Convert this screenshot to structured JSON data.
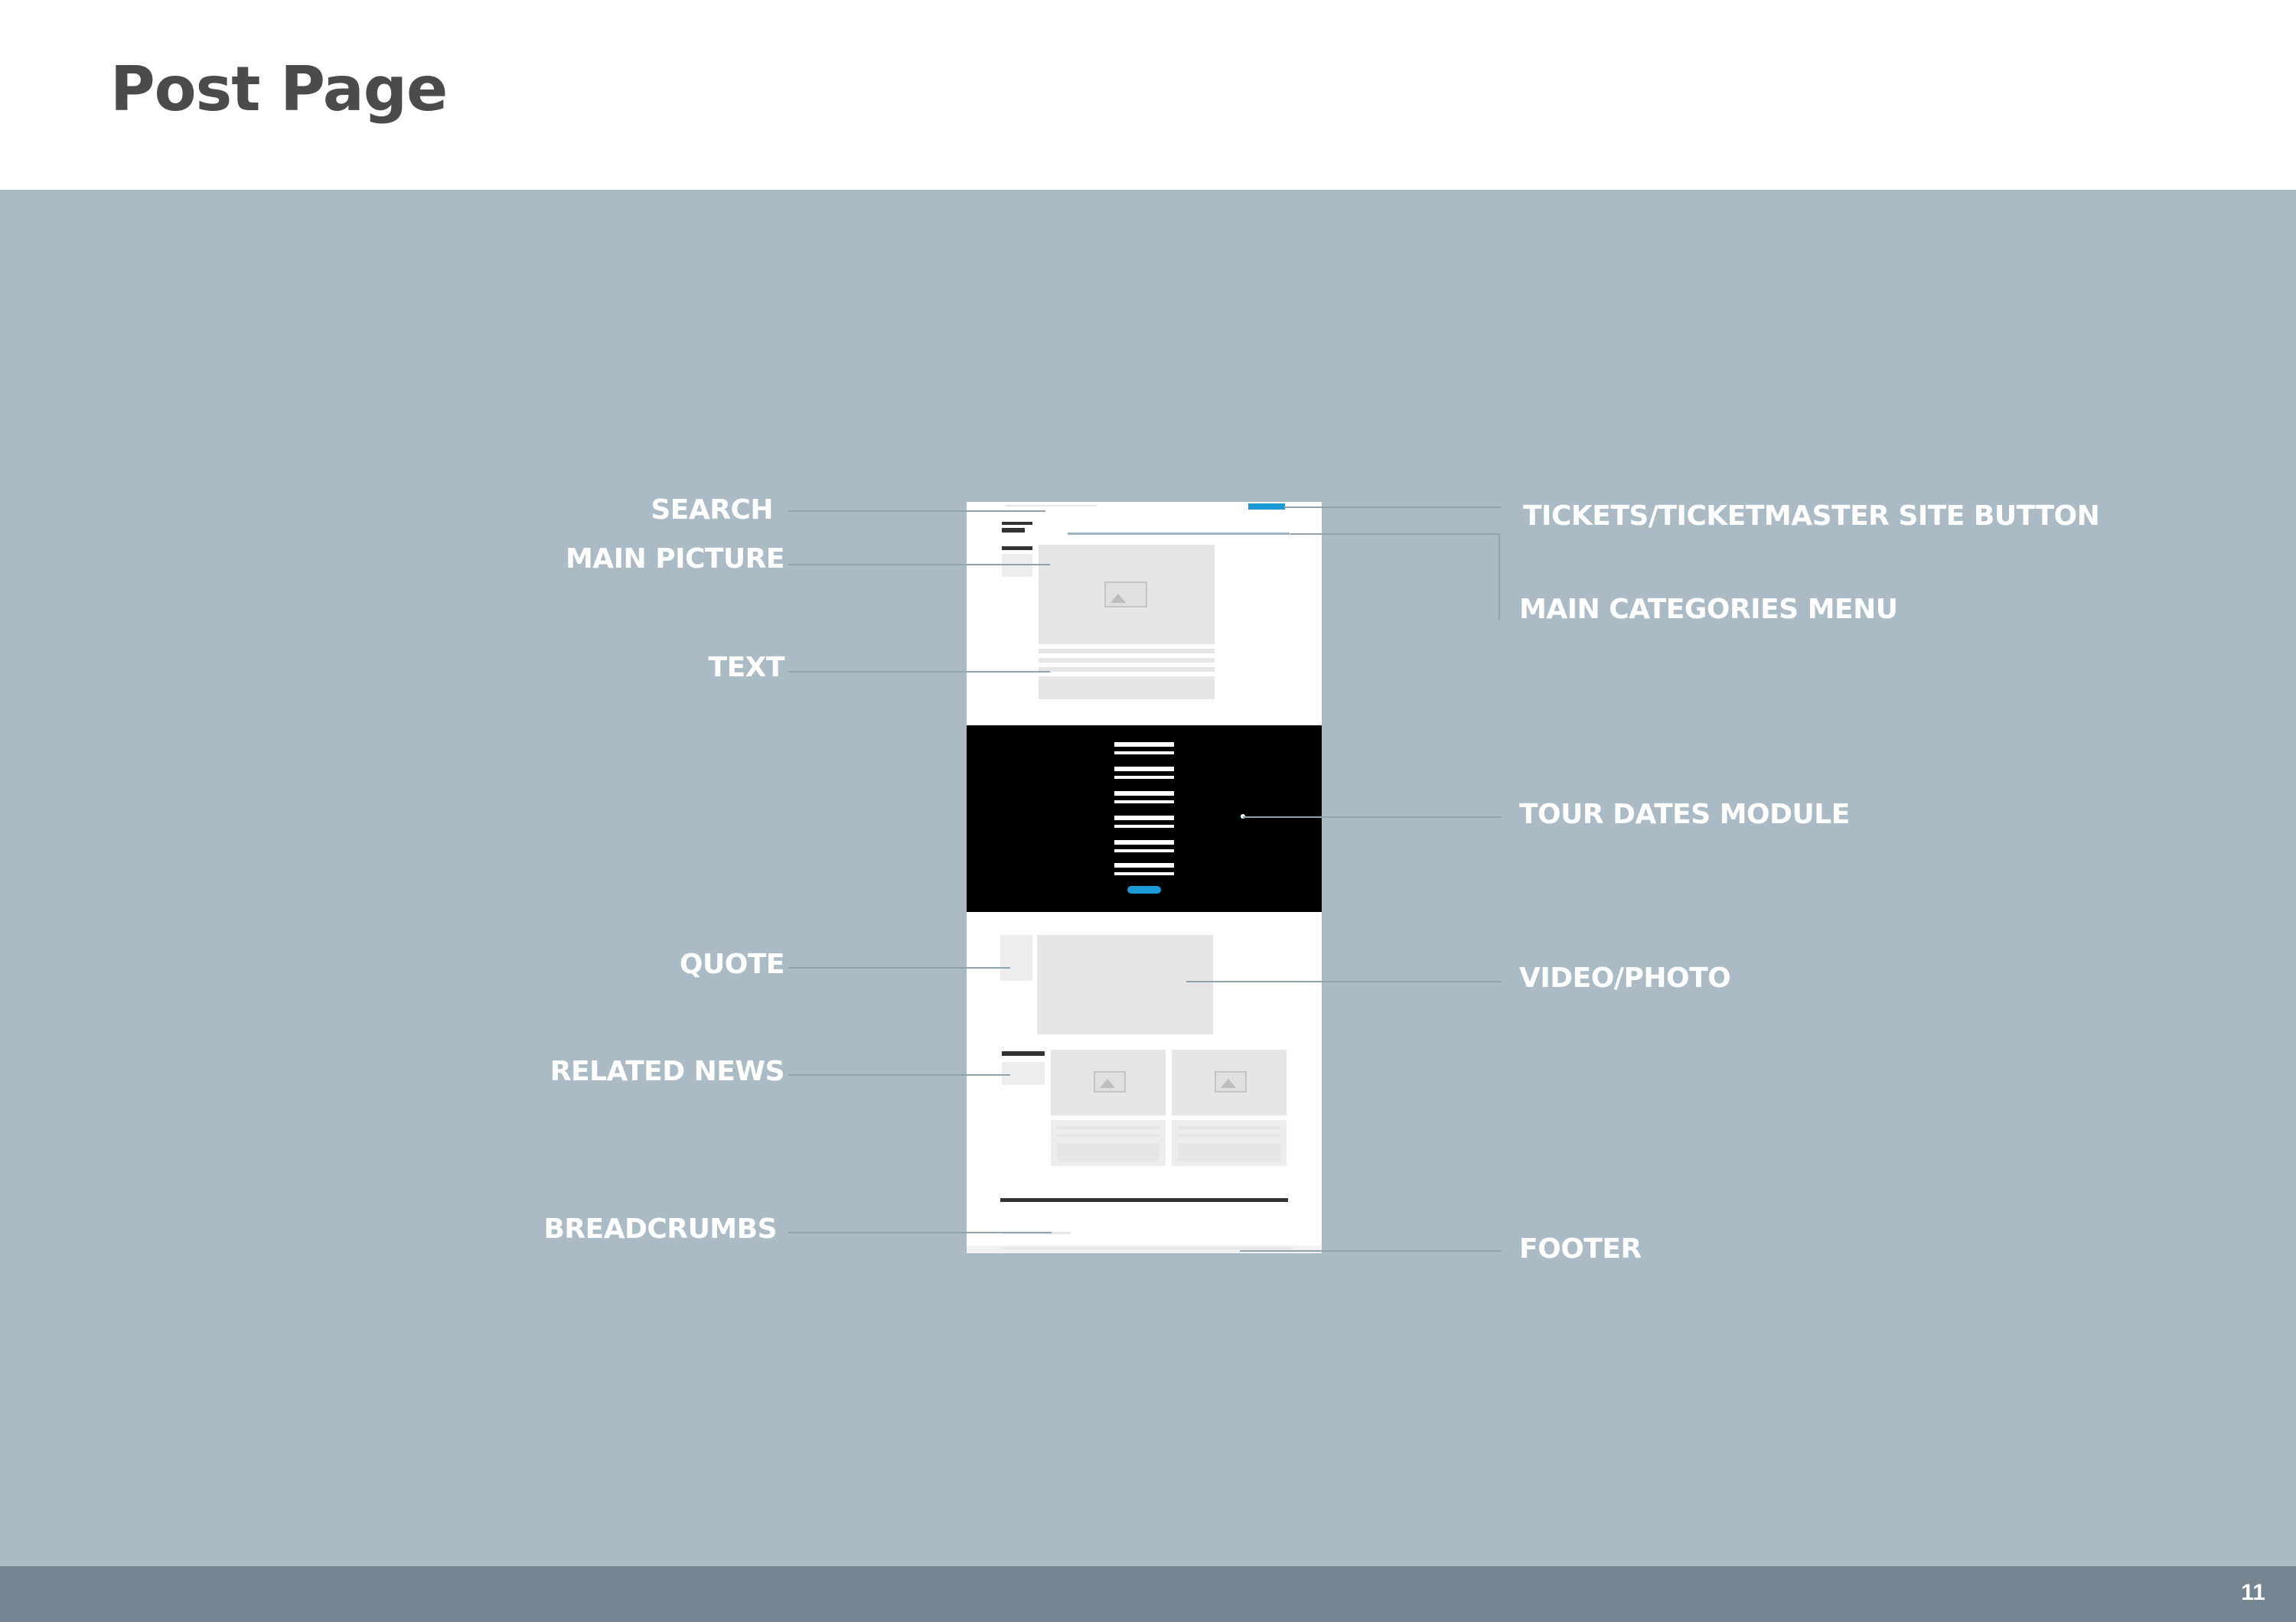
{
  "header": {
    "title": "Post Page"
  },
  "labels": {
    "search": "SEARCH",
    "main_picture": "MAIN PICTURE",
    "text": "TEXT",
    "quote": "QUOTE",
    "related_news": "RELATED NEWS",
    "breadcrumbs": "BREADCRUMBS",
    "tickets_button": "TICKETS/TICKETMASTER SITE BUTTON",
    "main_categories_menu": "MAIN CATEGORIES MENU",
    "tour_dates_module": "TOUR DATES MODULE",
    "video_photo": "VIDEO/PHOTO",
    "footer": "FOOTER"
  },
  "footer": {
    "page_number": "11"
  },
  "colors": {
    "canvas_background": "#aabbc5",
    "footer_bar": "#758692",
    "title_text": "#4b4b4b",
    "label_text": "#ffffff",
    "accent_blue": "#1b9ad6"
  },
  "icons": {
    "picture_placeholder": "image-icon"
  }
}
